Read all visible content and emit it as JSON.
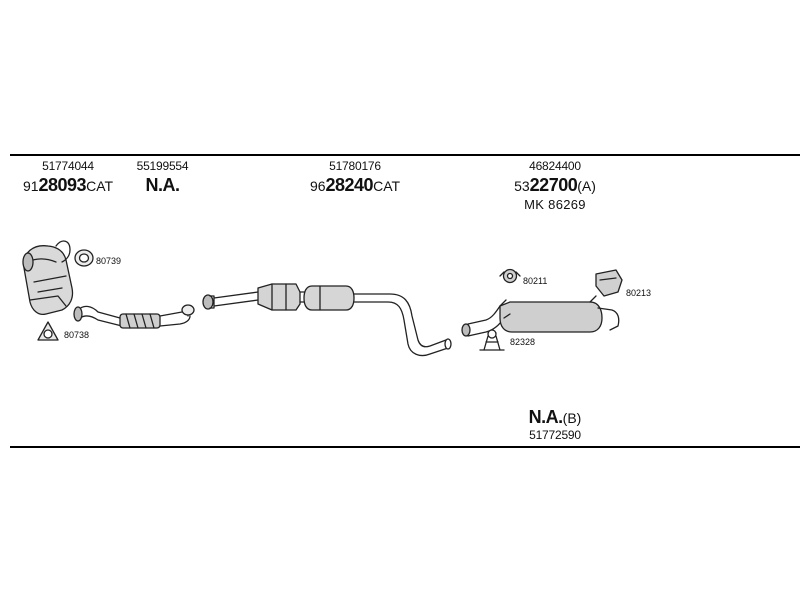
{
  "columns": [
    {
      "ref": "51774044",
      "prefix": "91",
      "main": "28093",
      "suffix": "CAT",
      "sub": ""
    },
    {
      "ref": "55199554",
      "prefix": "",
      "main": "N.A.",
      "suffix": "",
      "sub": ""
    },
    {
      "ref": "51780176",
      "prefix": "96",
      "main": "28240",
      "suffix": "CAT",
      "sub": ""
    },
    {
      "ref": "46824400",
      "prefix": "53",
      "main": "22700",
      "suffix": "(A)",
      "sub": "MK 86269"
    }
  ],
  "footer_part": {
    "prefix": "",
    "main": "N.A.",
    "suffix": "(B)",
    "ref": "51772590"
  },
  "callouts": {
    "c80739": "80739",
    "c80738": "80738",
    "c80211": "80211",
    "c80213": "80213",
    "c82328": "82328"
  }
}
